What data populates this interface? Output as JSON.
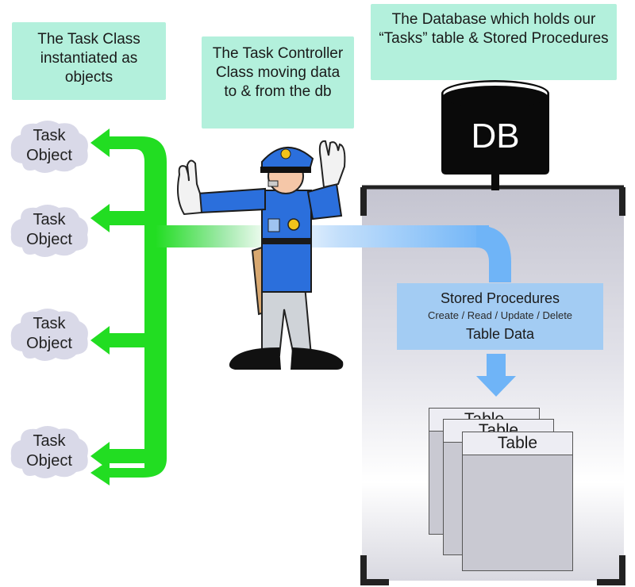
{
  "callouts": {
    "task_class": "The Task Class instantiated as objects",
    "controller": "The Task Controller Class moving data to & from the db",
    "database": "The Database which holds our “Tasks” table & Stored Procedures"
  },
  "task_objects": [
    "Task Object",
    "Task Object",
    "Task Object",
    "Task Object"
  ],
  "db_label": "DB",
  "stored_procedures": {
    "title": "Stored Procedures",
    "operations": "Create / Read / Update / Delete",
    "subtitle": "Table Data"
  },
  "tables": [
    "Table",
    "Table",
    "Table"
  ],
  "colors": {
    "callout_bg": "#b3f0dc",
    "green_arrow": "#22dd22",
    "blue_arrow": "#6fb4f7",
    "stored_proc_bg": "#a3ccf3",
    "cloud": "#d9d9e8",
    "db_black": "#0a0a0a"
  }
}
